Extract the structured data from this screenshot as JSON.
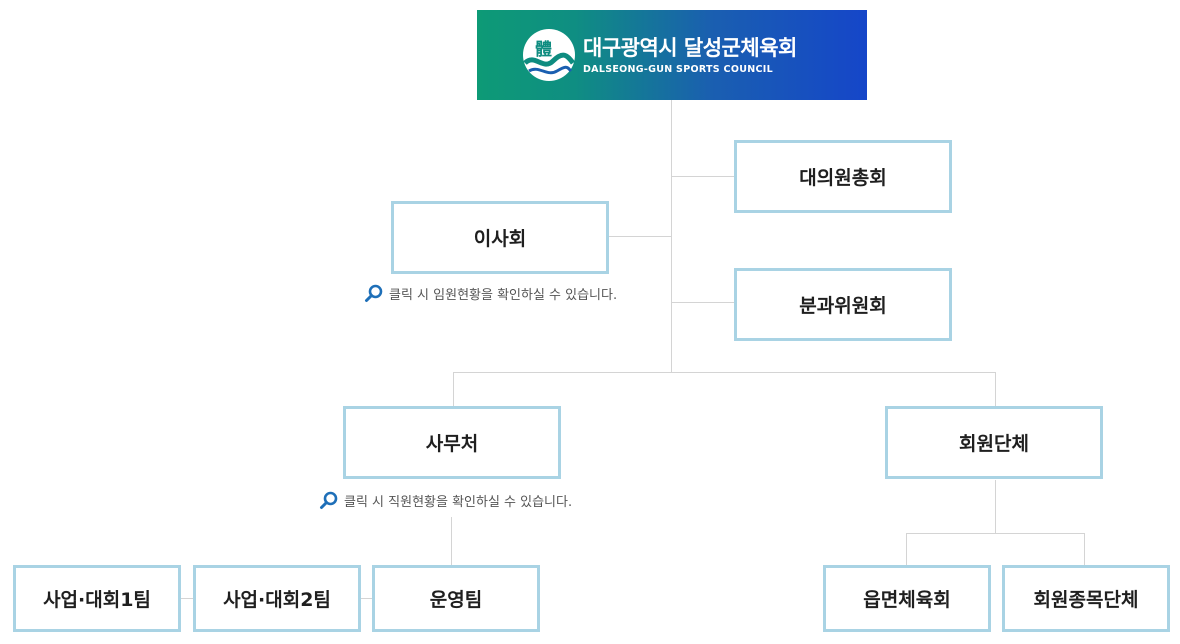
{
  "header": {
    "org_name": "대구광역시 달성군체육회",
    "org_name_en": "DALSEONG-GUN SPORTS COUNCIL",
    "emblem_text": "體",
    "colors": {
      "gradient_start": "#0d9a76",
      "gradient_end": "#1546c9"
    }
  },
  "org": {
    "general_assembly": "대의원총회",
    "board": "이사회",
    "board_hint": "클릭 시 임원현황을 확인하실 수 있습니다.",
    "committee": "분과위원회",
    "secretariat": "사무처",
    "secretariat_hint": "클릭 시 직원현황을 확인하실 수 있습니다.",
    "member_groups": "회원단체",
    "team1": "사업·대회1팀",
    "team2": "사업·대회2팀",
    "ops_team": "운영팀",
    "town_councils": "읍면체육회",
    "sport_groups": "회원종목단체"
  },
  "colors": {
    "box_border": "#a9d3e4",
    "connector": "#d4d4d4",
    "hint_icon": "#1e6fb8"
  }
}
